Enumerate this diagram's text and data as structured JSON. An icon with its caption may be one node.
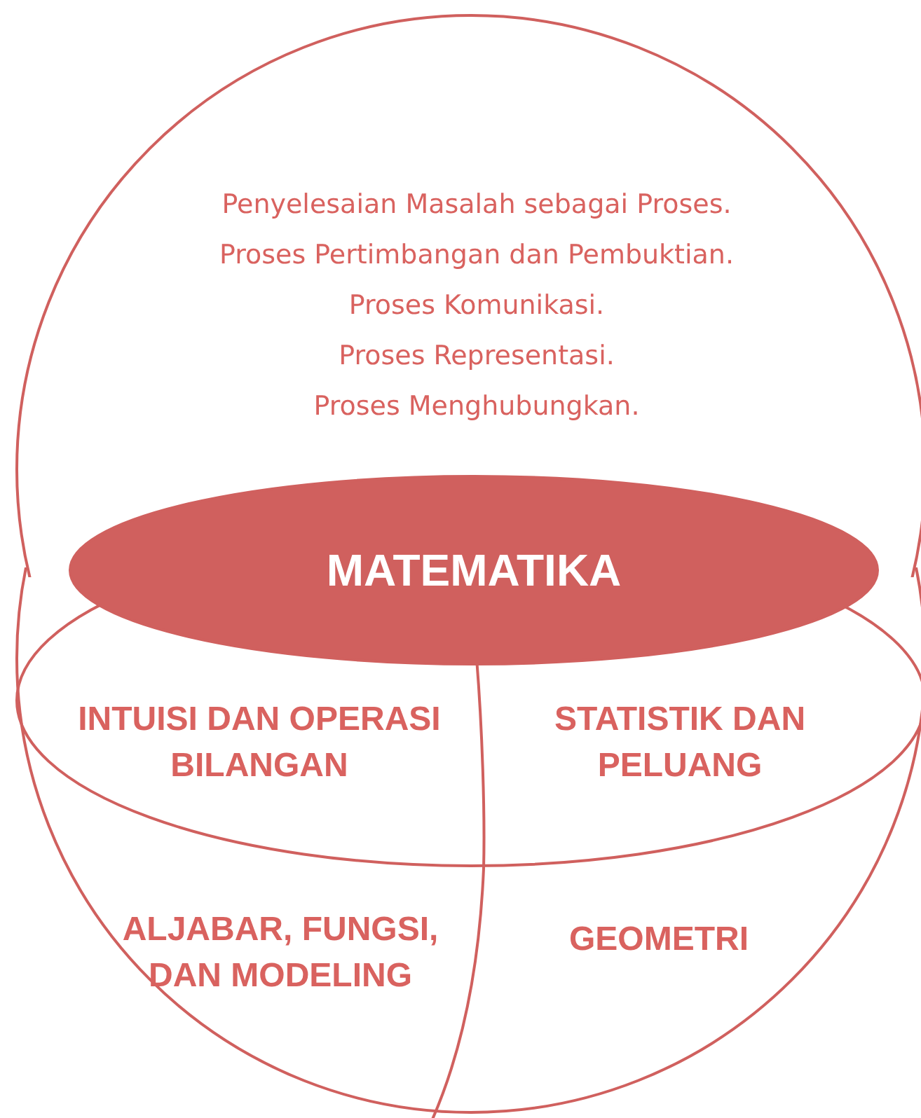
{
  "diagram": {
    "nodes": [
      {
        "text": [
          "Penyelesaian Masalah sebagai Proses.",
          "Proses Pertimbangan dan Pembuktian.",
          "Proses Komunikasi.",
          "Proses Representasi.",
          "Proses Menghubungkan."
        ]
      },
      {
        "text": [
          "MATEMATIKA"
        ]
      },
      {
        "text": [
          "INTUISI DAN OPERASI BILANGAN"
        ]
      },
      {
        "text": [
          "STATISTIK DAN PELUANG"
        ]
      },
      {
        "text": [
          "ALJABAR, FUNGSI, DAN MODELING"
        ]
      },
      {
        "text": [
          "GEOMETRI"
        ]
      }
    ]
  }
}
